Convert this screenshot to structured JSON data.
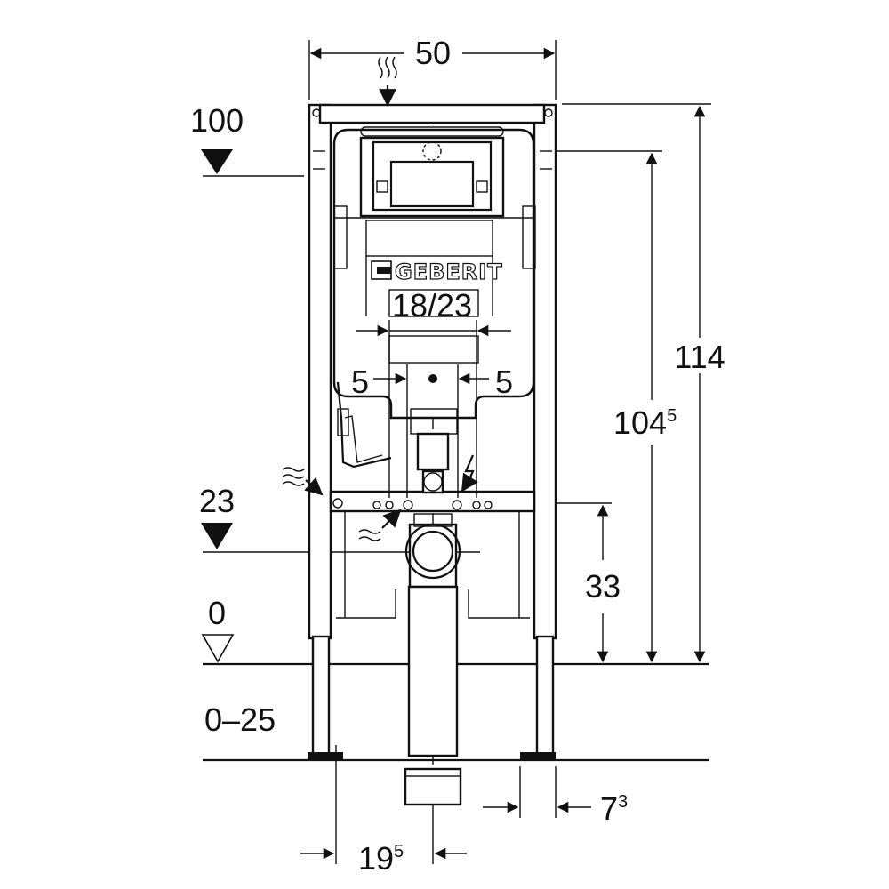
{
  "diagram": {
    "brand": "GEBERIT",
    "labels": {
      "width": "50",
      "height_total": "114",
      "height_bracket_main": "104",
      "height_bracket_sup": "5",
      "cistern_width": "18/23",
      "gap_left": "5",
      "gap_right": "5",
      "level_top": "100",
      "level_water": "23",
      "level_floor": "0",
      "height_drain": "33",
      "adjust_range": "0–25",
      "offset_bottom_main": "19",
      "offset_bottom_sup": "5",
      "offset_right_main": "7",
      "offset_right_sup": "3"
    },
    "icons": {
      "water_inlet_top": "water-supply-icon",
      "water_inlet_left": "water-supply-icon",
      "water_inlet_bottom": "water-supply-icon",
      "electric": "electric-bolt-icon",
      "level_filled": "level-marker-filled-icon",
      "level_open": "level-marker-open-icon"
    },
    "colors": {
      "line": "#111111",
      "background": "#ffffff"
    }
  }
}
